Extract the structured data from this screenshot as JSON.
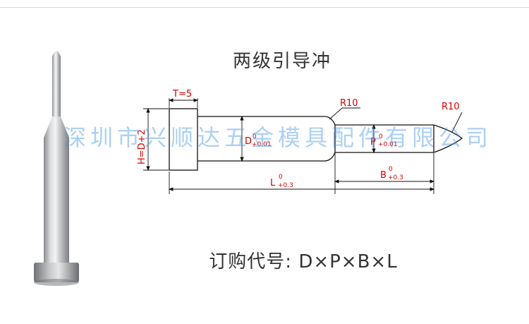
{
  "title": "两级引导冲",
  "watermark": "深圳市兴顺达五金模具配件有限公司",
  "order_code": "订购代号: D×P×B×L",
  "drawing": {
    "t_label": "T=5",
    "h_label": "H=D+2",
    "d_label": "D",
    "d_tol_upper": "0",
    "d_tol_lower": "+0.01",
    "p_label": "P",
    "p_tol_upper": "0",
    "p_tol_lower": "+0.01",
    "r10_left": "R10",
    "r10_right": "R10",
    "l_label": "L",
    "l_tol_upper": "0",
    "l_tol_lower": "+0.3",
    "b_label": "B",
    "b_tol_upper": "0",
    "b_tol_lower": "+0.3"
  },
  "colors": {
    "dimension": "#d40000",
    "outline": "#111111",
    "watermark": "#4696e6",
    "text": "#333333"
  }
}
